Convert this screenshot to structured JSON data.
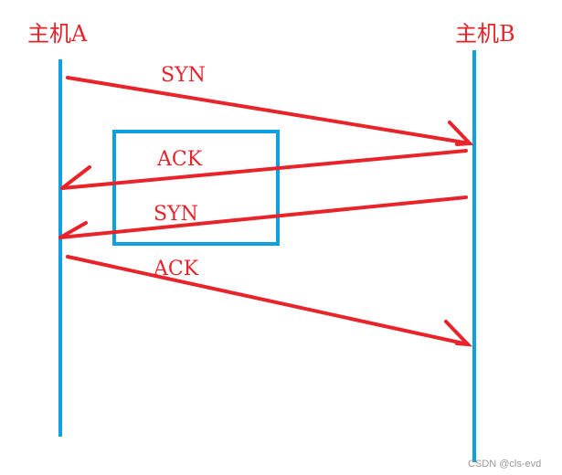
{
  "hosts": {
    "a": "主机A",
    "b": "主机B"
  },
  "messages": [
    {
      "label": "SYN",
      "from": "A",
      "to": "B"
    },
    {
      "label": "ACK",
      "from": "B",
      "to": "A"
    },
    {
      "label": "SYN",
      "from": "B",
      "to": "A"
    },
    {
      "label": "ACK",
      "from": "A",
      "to": "B"
    }
  ],
  "watermark": "CSDN @cls-evd",
  "colors": {
    "arrow": "#e8232a",
    "lifeline": "#0fa0e0",
    "highlight": "#0fa0e0"
  }
}
